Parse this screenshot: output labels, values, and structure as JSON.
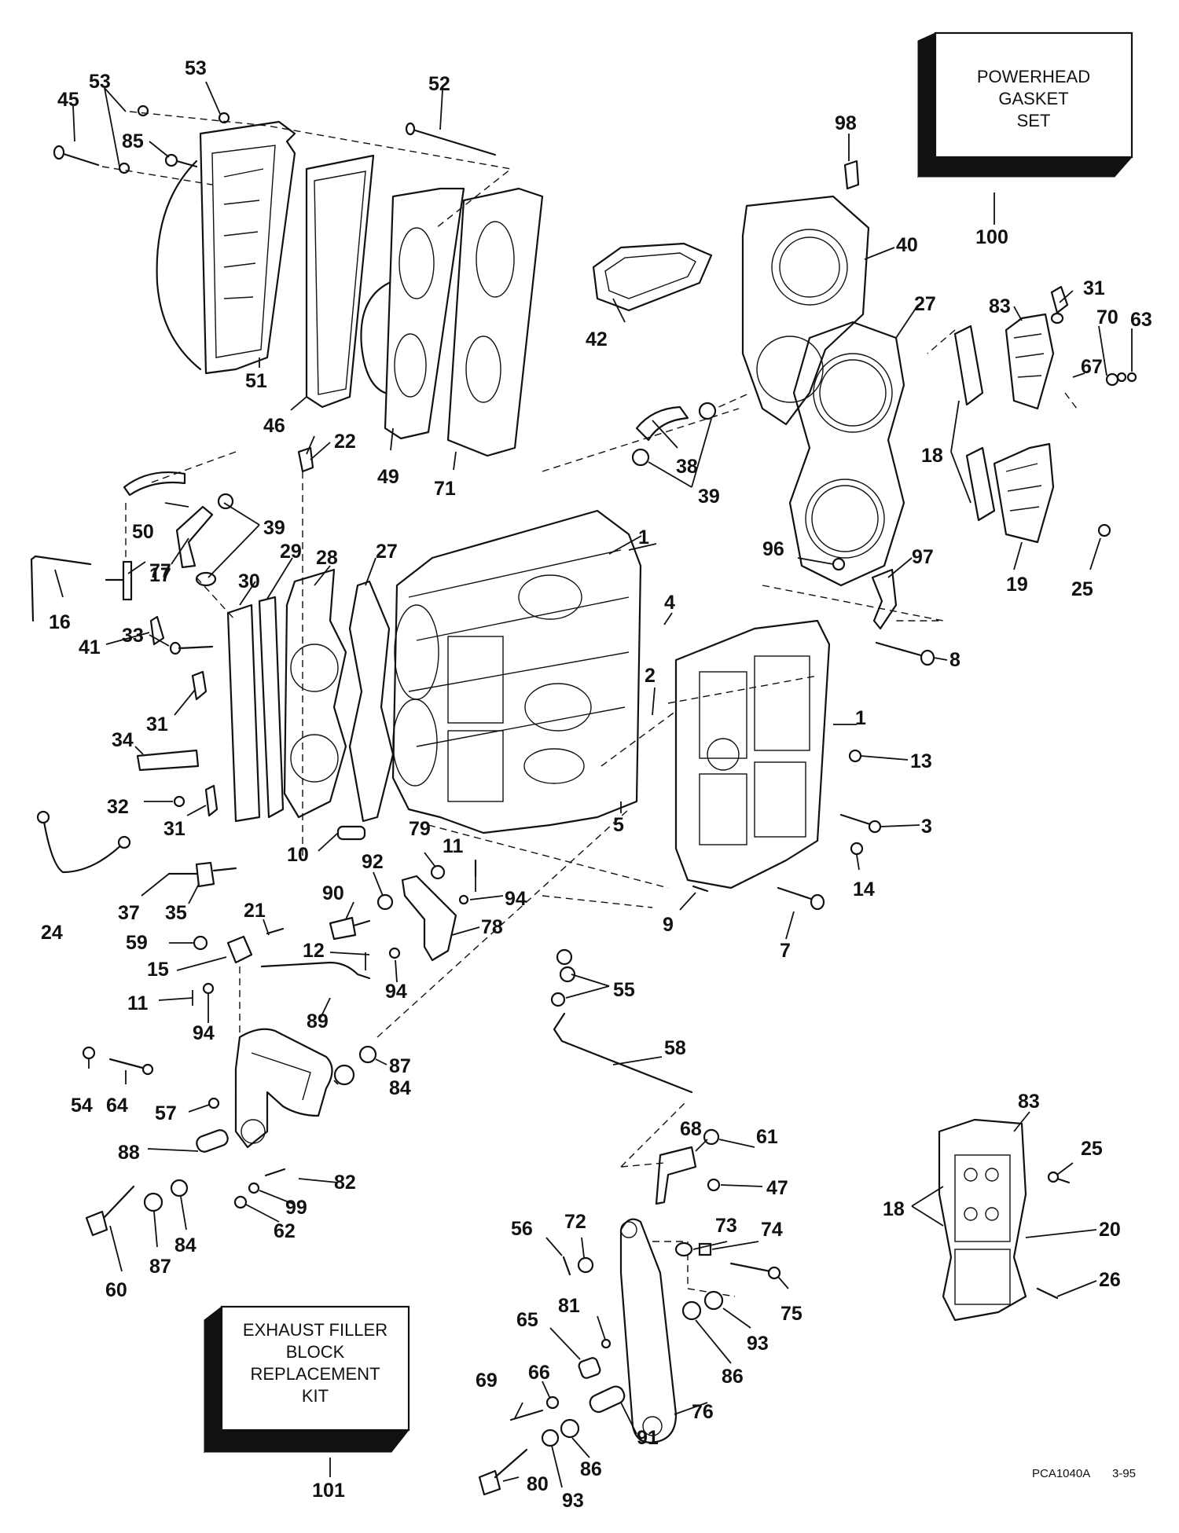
{
  "kit_boxes": {
    "powerhead_gasket_set": {
      "lines": [
        "POWERHEAD",
        "GASKET",
        "SET"
      ],
      "number": "100"
    },
    "exhaust_filler_block": {
      "lines": [
        "EXHAUST FILLER",
        "BLOCK",
        "REPLACEMENT",
        "KIT"
      ],
      "number": "101"
    }
  },
  "drawing_ref": "PCA1040A",
  "date_code": "3-95",
  "callouts": [
    "1",
    "1",
    "2",
    "3",
    "4",
    "5",
    "7",
    "8",
    "9",
    "10",
    "11",
    "11",
    "12",
    "13",
    "14",
    "15",
    "16",
    "17",
    "18",
    "18",
    "19",
    "20",
    "21",
    "22",
    "24",
    "25",
    "25",
    "26",
    "27",
    "27",
    "28",
    "29",
    "30",
    "31",
    "31",
    "31",
    "32",
    "33",
    "34",
    "35",
    "37",
    "38",
    "39",
    "39",
    "40",
    "41",
    "42",
    "45",
    "46",
    "47",
    "49",
    "50",
    "51",
    "52",
    "53",
    "53",
    "54",
    "55",
    "56",
    "57",
    "58",
    "59",
    "60",
    "61",
    "62",
    "63",
    "64",
    "65",
    "66",
    "67",
    "68",
    "69",
    "70",
    "71",
    "72",
    "73",
    "74",
    "75",
    "76",
    "77",
    "78",
    "79",
    "80",
    "81",
    "82",
    "83",
    "83",
    "84",
    "84",
    "85",
    "86",
    "86",
    "87",
    "87",
    "88",
    "89",
    "90",
    "91",
    "92",
    "93",
    "93",
    "94",
    "94",
    "94",
    "96",
    "97",
    "98",
    "99"
  ]
}
